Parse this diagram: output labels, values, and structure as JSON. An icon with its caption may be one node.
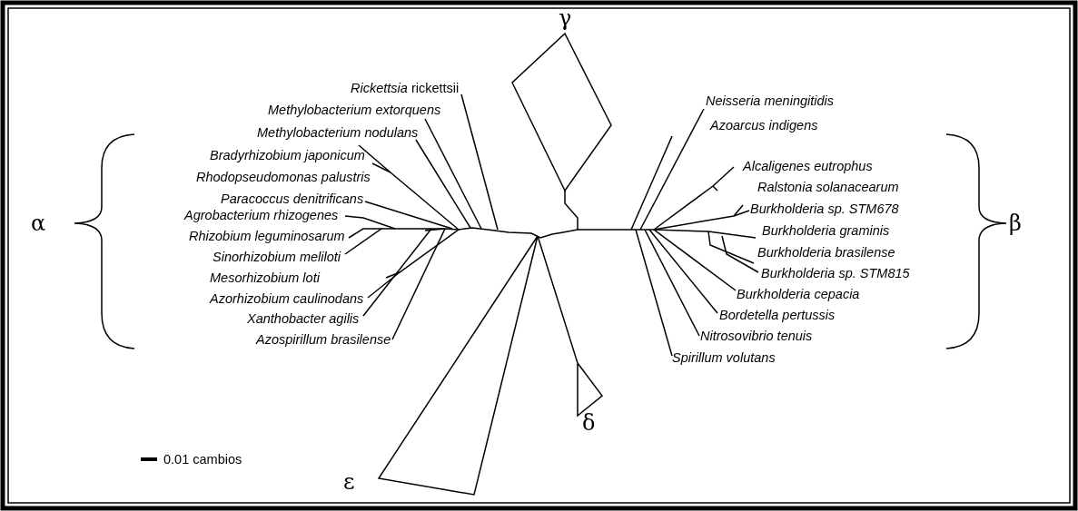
{
  "diagram": {
    "labels": [
      "γ",
      "*Rickettsia* rickettsii",
      "Methylobacterium extorquens",
      "Methylobacterium nodulans",
      "Bradyrhizobium japonicum",
      "Rhodopseudomonas palustris",
      "Paracoccus denitrificans",
      "Agrobacterium rhizogenes",
      "Rhizobium leguminosarum",
      "Sinorhizobium meliloti",
      "Mesorhizobium loti",
      "Azorhizobium caulinodans",
      "Xanthobacter agilis",
      "Azospirillum brasilense",
      "α",
      "β",
      "Neisseria meningitidis",
      "Azoarcus indigens",
      "Alcaligenes eutrophus",
      "Ralstonia solanacearum",
      "Burkholderia sp. STM678",
      "Burkholderia graminis",
      "Burkholderia brasilense",
      "Burkholderia sp. STM815",
      "Burkholderia cepacia",
      "Bordetella pertussis",
      "Nitrosovibrio tenuis",
      "Spirillum volutans",
      "δ",
      "ε",
      "0.01 cambios"
    ]
  }
}
